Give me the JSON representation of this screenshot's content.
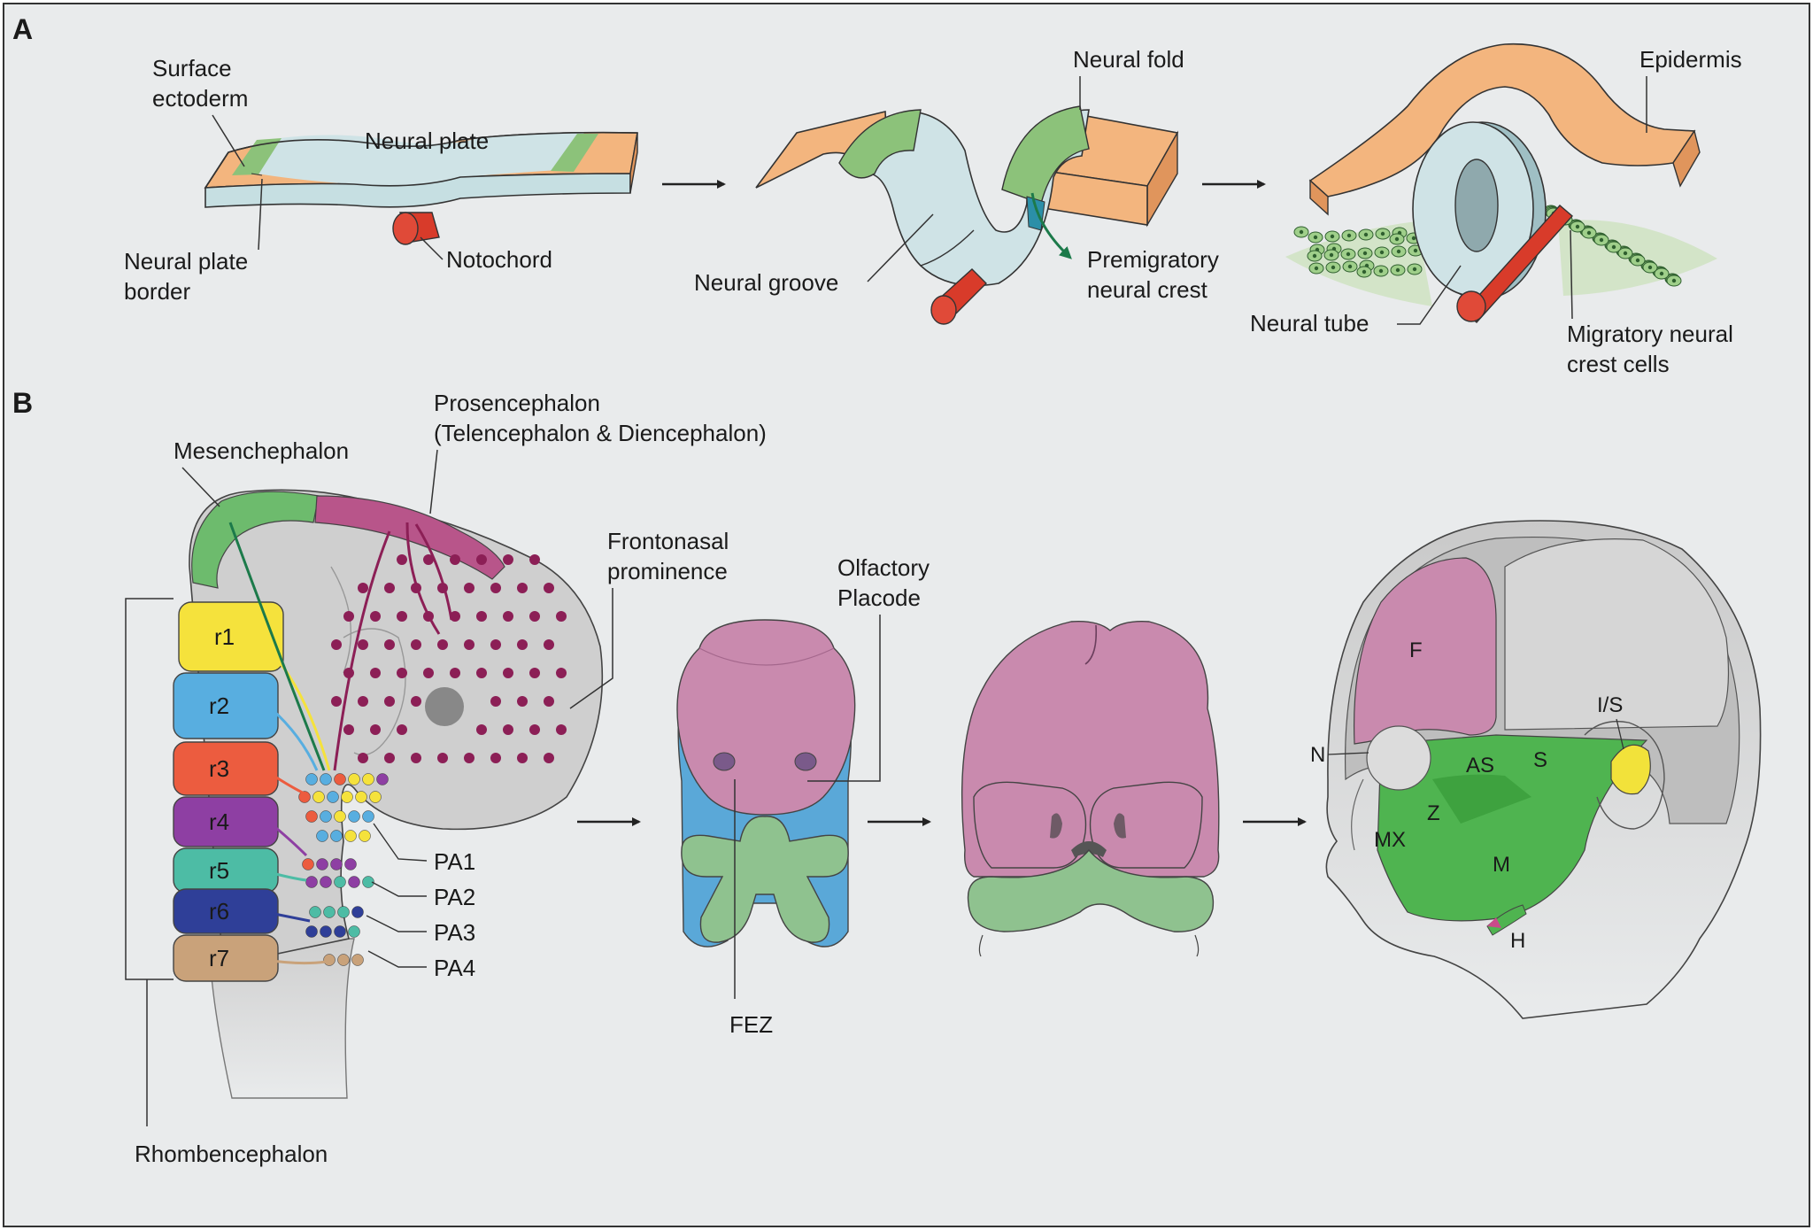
{
  "panel_a": {
    "letter": "A",
    "labels": {
      "surface_ectoderm": [
        "Surface",
        "ectoderm"
      ],
      "neural_plate": "Neural plate",
      "neural_plate_border": [
        "Neural plate",
        "border"
      ],
      "notochord": "Notochord",
      "neural_fold": "Neural fold",
      "neural_groove": "Neural groove",
      "premigratory_neural_crest": [
        "Premigratory",
        "neural crest"
      ],
      "epidermis": "Epidermis",
      "neural_tube": "Neural tube",
      "migratory_neural_crest_cells": [
        "Migratory neural",
        "crest cells"
      ]
    }
  },
  "panel_b": {
    "letter": "B",
    "labels": {
      "mesenchephalon": "Mesenchephalon",
      "prosencephalon": [
        "Prosencephalon",
        "(Telencephalon & Diencephalon)"
      ],
      "frontonasal_prominence": [
        "Frontonasal",
        "prominence"
      ],
      "olfactory_placode": [
        "Olfactory",
        "Placode"
      ],
      "fez": "FEZ",
      "rhombencephalon": "Rhombencephalon"
    },
    "rhombomeres": [
      {
        "label": "r1",
        "color": "#f5e23c"
      },
      {
        "label": "r2",
        "color": "#58aee0"
      },
      {
        "label": "r3",
        "color": "#ec5c3f"
      },
      {
        "label": "r4",
        "color": "#8e3fa3"
      },
      {
        "label": "r5",
        "color": "#4dbca5"
      },
      {
        "label": "r6",
        "color": "#2f3f98"
      },
      {
        "label": "r7",
        "color": "#c9a27a"
      }
    ],
    "arches": [
      "PA1",
      "PA2",
      "PA3",
      "PA4"
    ],
    "skull_labels": {
      "frontal": "F",
      "nasal": "N",
      "alisphenoid": "AS",
      "squamosal": "S",
      "incus_stapes": "I/S",
      "zygomatic": "Z",
      "maxilla": "MX",
      "mandible": "M",
      "hyoid": "H"
    }
  },
  "colors": {
    "neural_plate": "#cfe3e6",
    "neural_crest_green": "#8cc27a",
    "ectoderm_orange": "#f3b57e",
    "notochord_red": "#d83b2a",
    "prosencephalon_magenta": "#b8558a",
    "dot_magenta": "#8c1f56",
    "mesencephalon_green": "#6dbb6d",
    "face_pink": "#c98aae",
    "face_blue": "#5aa8d8",
    "face_green": "#8fc28f",
    "bone_green": "#4fb450",
    "background": "#e9ebec"
  }
}
